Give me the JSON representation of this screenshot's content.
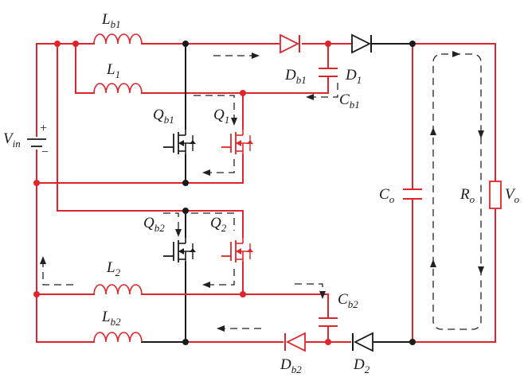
{
  "labels": {
    "Lb1": {
      "main": "L",
      "sub": "b1"
    },
    "L1": {
      "main": "L",
      "sub": "1"
    },
    "Db1": {
      "main": "D",
      "sub": "b1"
    },
    "D1": {
      "main": "D",
      "sub": "1"
    },
    "Cb1": {
      "main": "C",
      "sub": "b1"
    },
    "Qb1": {
      "main": "Q",
      "sub": "b1"
    },
    "Q1": {
      "main": "Q",
      "sub": "1"
    },
    "Vin": {
      "main": "V",
      "sub": "in"
    },
    "Co": {
      "main": "C",
      "sub": "o"
    },
    "Ro": {
      "main": "R",
      "sub": "o"
    },
    "Vo": {
      "main": "V",
      "sub": "o"
    },
    "Qb2": {
      "main": "Q",
      "sub": "b2"
    },
    "Q2": {
      "main": "Q",
      "sub": "2"
    },
    "L2": {
      "main": "L",
      "sub": "2"
    },
    "Lb2": {
      "main": "L",
      "sub": "b2"
    },
    "Cb2": {
      "main": "C",
      "sub": "b2"
    },
    "Db2": {
      "main": "D",
      "sub": "b2"
    },
    "D2": {
      "main": "D",
      "sub": "2"
    },
    "plus": "+",
    "minus": "−"
  },
  "colors": {
    "active_path": "#e0242b",
    "inactive_path": "#1a1a1a",
    "current_flow": "#222222"
  }
}
